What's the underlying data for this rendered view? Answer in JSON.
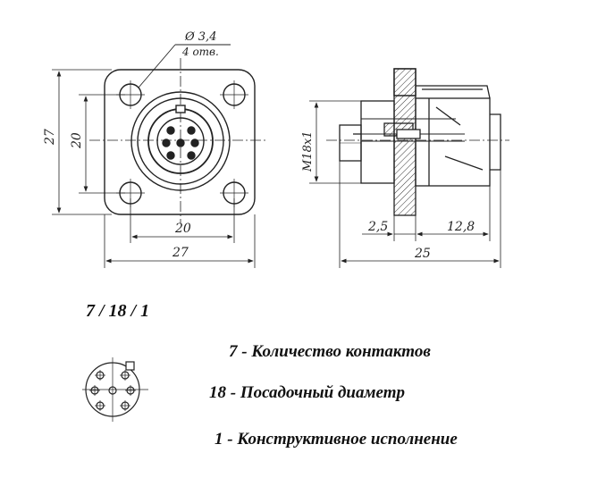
{
  "dimensions": {
    "hole_dia": "Ø 3,4",
    "hole_count": "4 отв.",
    "front_height_outer": "27",
    "front_height_inner": "20",
    "front_width_inner": "20",
    "front_width_outer": "27",
    "thread": "M18x1",
    "flange_thickness": "2,5",
    "body_length": "12,8",
    "total_length": "25"
  },
  "code_label": "7 / 18 / 1",
  "legend": [
    {
      "num": "7",
      "sep": "-",
      "text": "Количество контактов"
    },
    {
      "num": "18",
      "sep": "-",
      "text": "Посадочный диаметр"
    },
    {
      "num": "1",
      "sep": "-",
      "text": "Конструктивное исполнение"
    }
  ]
}
